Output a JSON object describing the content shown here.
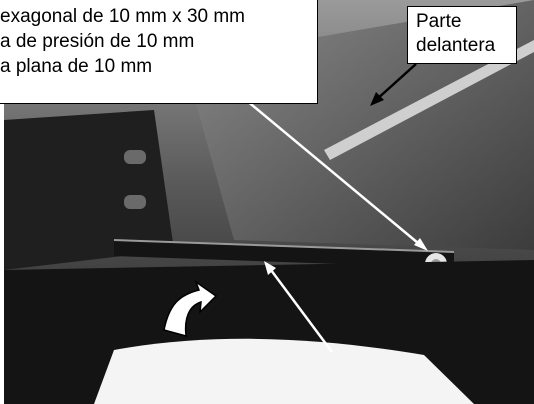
{
  "callout": {
    "lines": [
      "exagonal de 10 mm x 30 mm",
      "a de presión de 10 mm",
      "a plana de 10 mm"
    ]
  },
  "front_label": {
    "lines": [
      "Parte",
      "delantera"
    ]
  }
}
